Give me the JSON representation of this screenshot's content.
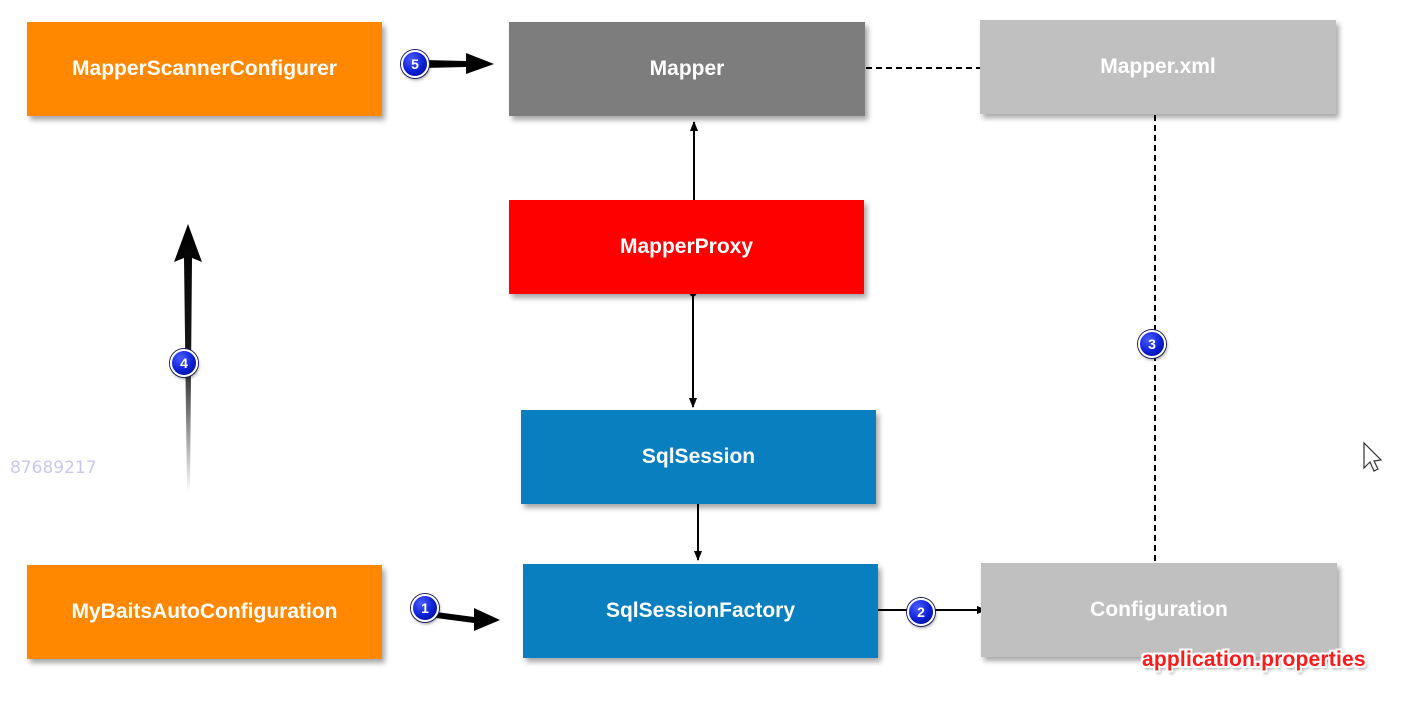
{
  "nodes": {
    "mapper_scanner_configurer": "MapperScannerConfigurer",
    "mapper": "Mapper",
    "mapper_xml": "Mapper.xml",
    "mapper_proxy": "MapperProxy",
    "sql_session": "SqlSession",
    "sql_session_factory": "SqlSessionFactory",
    "mybatis_auto_configuration": "MyBaitsAutoConfiguration",
    "configuration": "Configuration"
  },
  "badges": [
    "1",
    "2",
    "3",
    "4",
    "5"
  ],
  "watermark": "87689217",
  "caption": "application.properties",
  "colors": {
    "orange": "#ff8800",
    "dark_gray": "#7d7d7d",
    "light_gray": "#c0c0c0",
    "red": "#ff0000",
    "blue": "#0a7fc0",
    "badge_blue": "#0b1fd6",
    "caption_red": "#ff1a1a"
  },
  "icons": {
    "cursor": "mouse-pointer-icon"
  }
}
